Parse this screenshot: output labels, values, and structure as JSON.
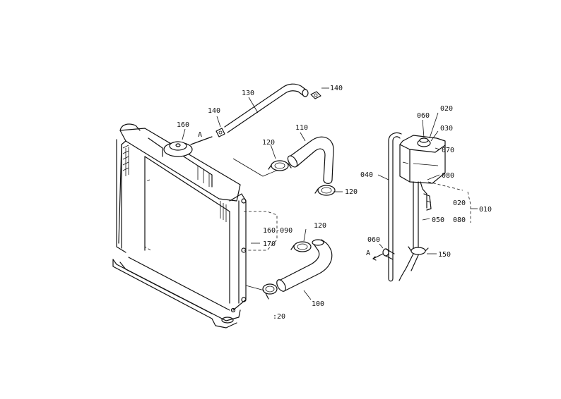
{
  "labels": {
    "p010": "010",
    "p020": "020",
    "p020b": "020",
    "p030": "030",
    "p040": "040",
    "p050": "050",
    "p060a": "060",
    "p060b": "060",
    "p070": "070",
    "p080a": "080",
    "p080b": "080",
    "p100": "100",
    "p110": "110",
    "p120a": "120",
    "p120b": "120",
    "p120c": "120",
    "p120d": ":20",
    "p130": "130",
    "p140a": "140",
    "p140b": "140",
    "p150": "150",
    "p160a": "160",
    "p160b": "160-090",
    "p170": "170",
    "refA1": "A",
    "refA2": "A"
  }
}
